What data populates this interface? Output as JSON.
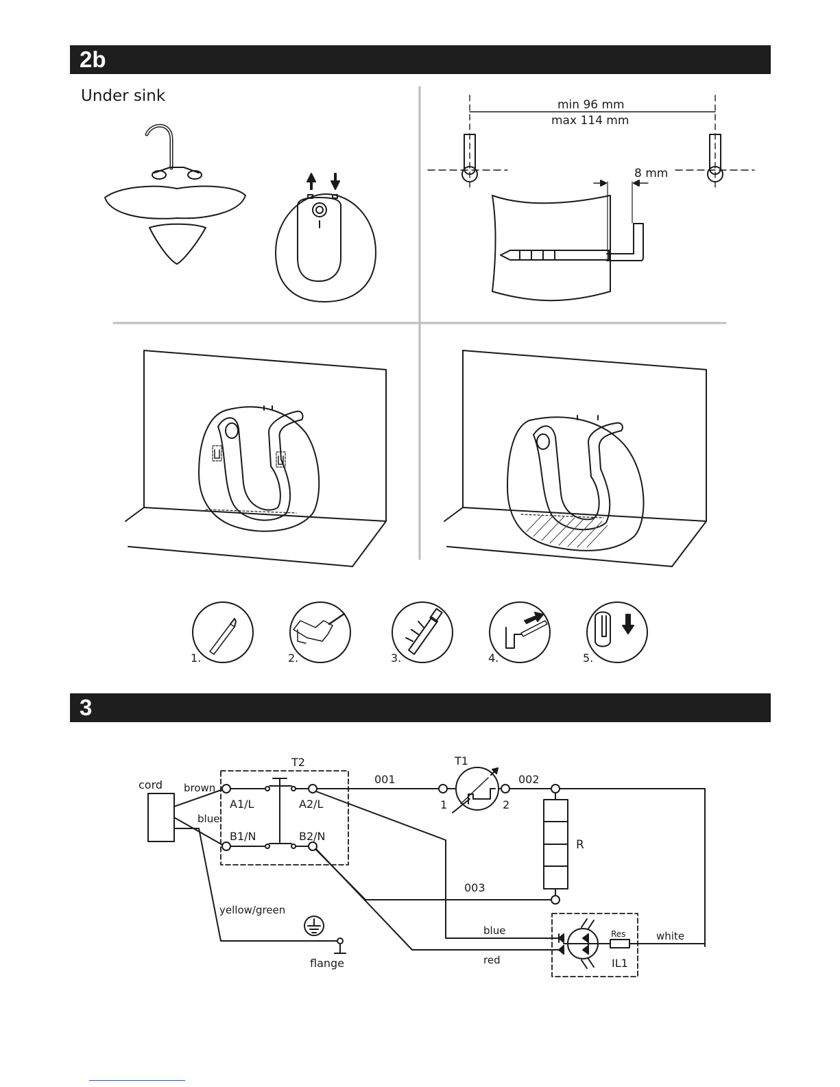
{
  "sections": [
    {
      "number": "2b"
    },
    {
      "number": "3"
    }
  ],
  "install": {
    "title": "Under sink",
    "dim_min": "min 96 mm",
    "dim_max": "max 114 mm",
    "dim_gap": "8 mm"
  },
  "steps": [
    "1.",
    "2.",
    "3.",
    "4.",
    "5."
  ],
  "wiring": {
    "cord": "cord",
    "brown": "brown",
    "blue_wire": "blue",
    "yellow_green": "yellow/green",
    "flange": "flange",
    "t2": "T2",
    "t1": "T1",
    "a1": "A1/L",
    "a2": "A2/L",
    "b1": "B1/N",
    "b2": "B2/N",
    "w001": "001",
    "w002": "002",
    "w003": "003",
    "pin1": "1",
    "pin2": "2",
    "r": "R",
    "blue": "blue",
    "red": "red",
    "white": "white",
    "res": "Res",
    "il1": "IL1"
  }
}
